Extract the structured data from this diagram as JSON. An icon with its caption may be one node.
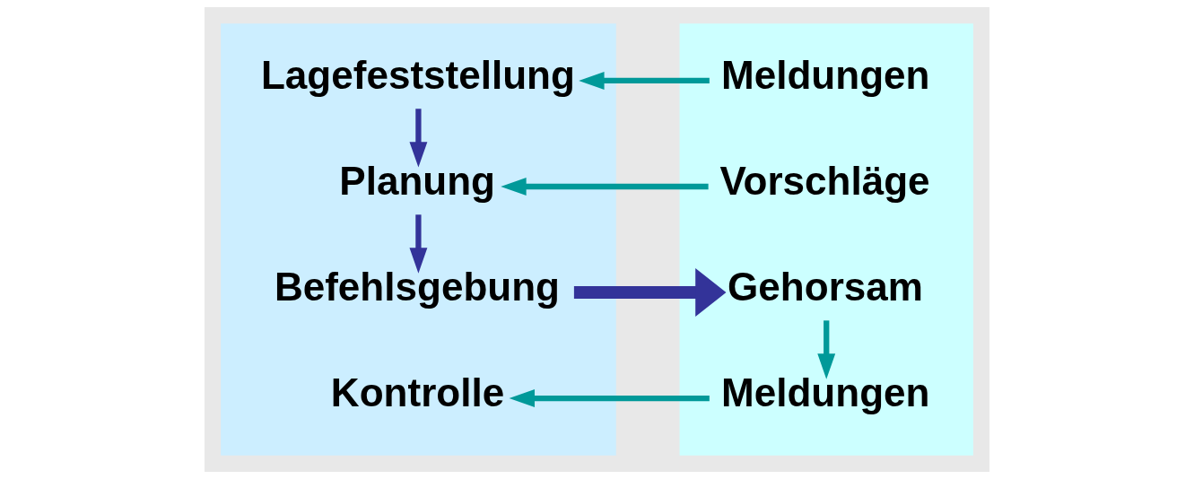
{
  "diagram": {
    "nodes": [
      {
        "text": [],
        "shape": "band"
      },
      {
        "text": [
          "Lagefeststellung"
        ],
        "in": 0
      },
      {
        "text": [
          "Planung"
        ],
        "in": 0
      },
      {
        "text": [
          "Befehlsgebung"
        ],
        "in": 0
      },
      {
        "text": [
          "Kontrolle"
        ],
        "in": 0
      },
      {
        "text": [],
        "shape": "band"
      },
      {
        "text": [
          "Meldungen"
        ],
        "in": 5
      },
      {
        "text": [
          "Vorschläge"
        ],
        "in": 5
      },
      {
        "text": [
          "Gehorsam"
        ],
        "in": 5
      },
      {
        "text": [
          "Meldungen"
        ],
        "in": 5
      }
    ],
    "edges": [
      {
        "from": 6,
        "to": 1,
        "arrow": "to"
      },
      {
        "from": 1,
        "to": 2,
        "arrow": "to",
        "color": "#333399"
      },
      {
        "from": 7,
        "to": 2,
        "arrow": "to"
      },
      {
        "from": 2,
        "to": 3,
        "arrow": "to",
        "color": "#333399"
      },
      {
        "from": 3,
        "to": 8,
        "arrow": "to",
        "style": "thick",
        "color": "#333399"
      },
      {
        "from": 8,
        "to": 9,
        "arrow": "to"
      },
      {
        "from": 9,
        "to": 4,
        "arrow": "to"
      }
    ]
  }
}
